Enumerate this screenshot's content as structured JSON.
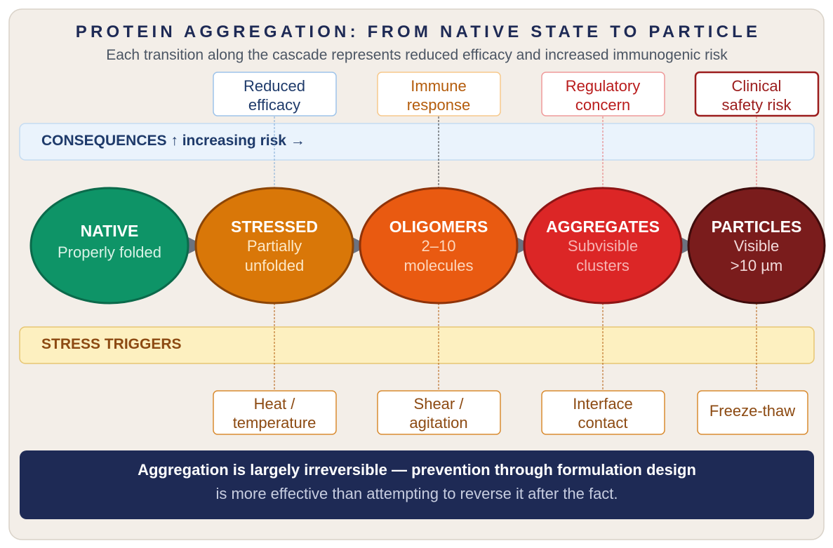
{
  "title": "PROTEIN AGGREGATION: FROM NATIVE STATE TO PARTICLE",
  "subtitle": "Each transition along the cascade represents reduced efficacy and increased immunogenic risk",
  "consequences_label": "CONSEQUENCES ↑ increasing risk →",
  "triggers_label": "STRESS TRIGGERS",
  "states": [
    {
      "name": "NATIVE",
      "desc1": "Properly folded",
      "desc2": "",
      "fill": "#0e9467",
      "stroke": "#0b6a4b",
      "desc_color": "#d8f2e6"
    },
    {
      "name": "STRESSED",
      "desc1": "Partially",
      "desc2": "unfolded",
      "fill": "#d97708",
      "stroke": "#8c4506",
      "desc_color": "#fde8c6"
    },
    {
      "name": "OLIGOMERS",
      "desc1": "2–10",
      "desc2": "molecules",
      "fill": "#e95a11",
      "stroke": "#8f3309",
      "desc_color": "#fdd7bd"
    },
    {
      "name": "AGGREGATES",
      "desc1": "Subvisible",
      "desc2": "clusters",
      "fill": "#dc2626",
      "stroke": "#8e1515",
      "desc_color": "#f7b3b3"
    },
    {
      "name": "PARTICLES",
      "desc1": "Visible",
      "desc2": ">10 µm",
      "fill": "#7a1c1c",
      "stroke": "#3f0c0c",
      "desc_color": "#f2dada"
    }
  ],
  "consequences": [
    {
      "line1": "Reduced",
      "line2": "efficacy",
      "border": "#9ec4ea",
      "text": "#1e3a6a",
      "line_color": "#7ea9d6"
    },
    {
      "line1": "Immune",
      "line2": "response",
      "border": "#f7c98c",
      "text": "#b45c0c",
      "line_color": "#333333"
    },
    {
      "line1": "Regulatory",
      "line2": "concern",
      "border": "#ef9a9a",
      "text": "#b91c1c",
      "line_color": "#e57373"
    },
    {
      "line1": "Clinical",
      "line2": "safety risk",
      "border": "#9b1c1c",
      "text": "#9b1c1c",
      "line_color": "#e57373"
    }
  ],
  "triggers": [
    {
      "line1": "Heat /",
      "line2": "temperature"
    },
    {
      "line1": "Shear /",
      "line2": "agitation"
    },
    {
      "line1": "Interface",
      "line2": "contact"
    },
    {
      "line1": "Freeze-thaw",
      "line2": ""
    }
  ],
  "footer": {
    "line1": "Aggregation is largely irreversible — prevention through formulation design",
    "line2": "is more effective than attempting to reverse it after the fact."
  },
  "colors": {
    "panel_bg": "#f3eee8",
    "navy": "#1e2a55",
    "consequence_band": "#eaf3fc",
    "trigger_band": "#fdf0c0",
    "trigger_text": "#8c4a12",
    "trigger_border": "#d98b30"
  }
}
